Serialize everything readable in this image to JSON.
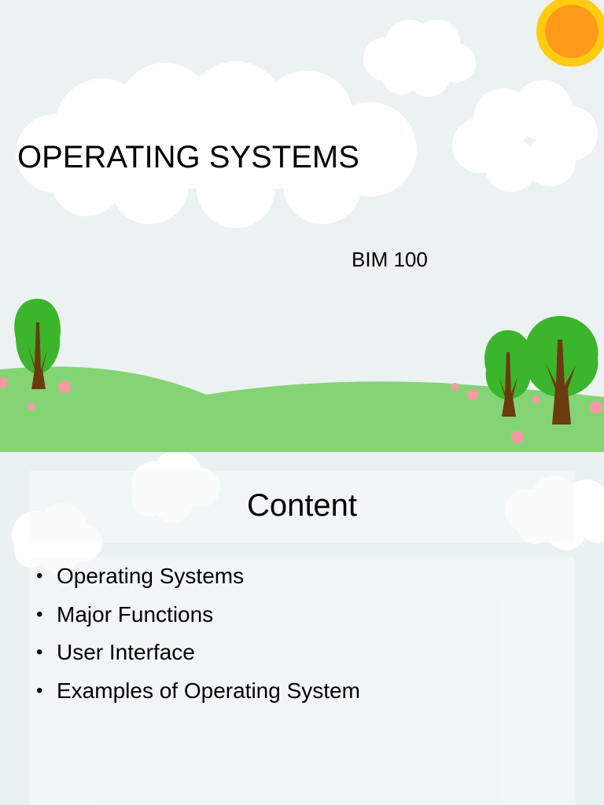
{
  "slide1": {
    "title": "OPERATING SYSTEMS",
    "subtitle": "BIM 100"
  },
  "slide2": {
    "heading": "Content",
    "bullet_glyph": "•",
    "bullets": [
      "Operating Systems",
      "Major Functions",
      "User Interface",
      "Examples of Operating System"
    ]
  },
  "colors": {
    "sky": "#ecf2f2",
    "cloud": "#ffffff",
    "sun_outer": "#ffcc11",
    "sun_inner": "#ff9a1a",
    "grass": "#84d475",
    "tree_leaves": "#3bb52b",
    "tree_trunk": "#6b3b10",
    "flower": "#f59aa0"
  },
  "icons": [
    "sun-icon",
    "cloud-icon",
    "tree-icon",
    "flower-icon"
  ]
}
